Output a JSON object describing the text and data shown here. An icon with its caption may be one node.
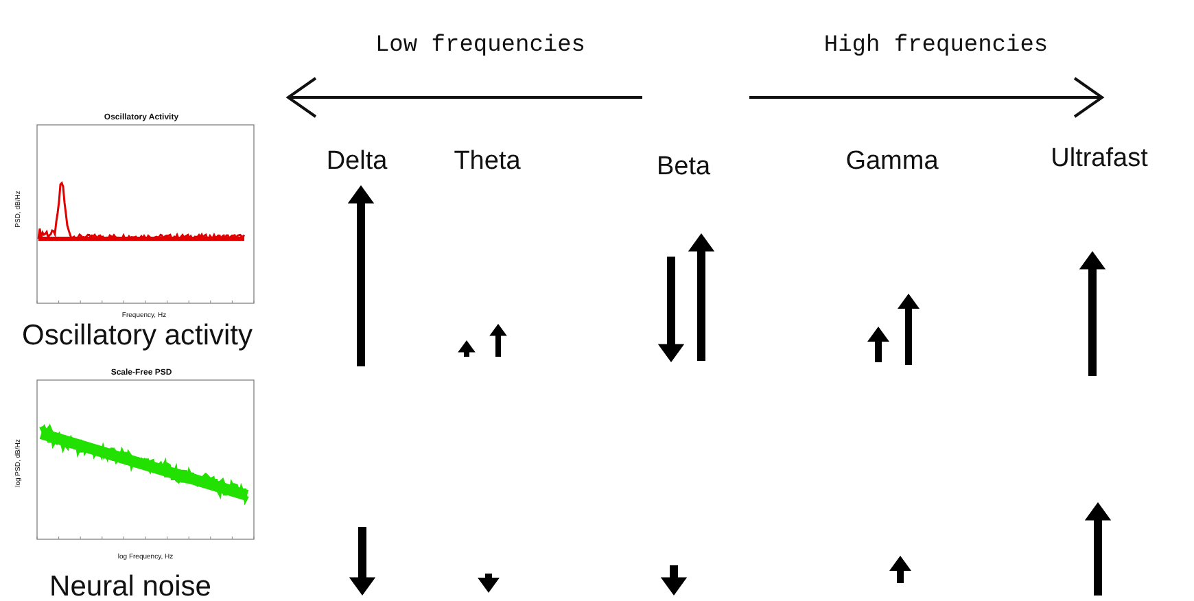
{
  "diagram": {
    "labels": [
      "Low frequencies",
      "High frequencies",
      "Oscillatory Activity",
      "PSD, dB/Hz",
      "Frequency, Hz",
      "Delta",
      "Theta",
      "Beta",
      "Gamma",
      "Ultrafast",
      "Oscillatory activity",
      "Scale-Free PSD",
      "log PSD, dB/Hz",
      "log Frequency, Hz",
      "Neural noise"
    ]
  }
}
